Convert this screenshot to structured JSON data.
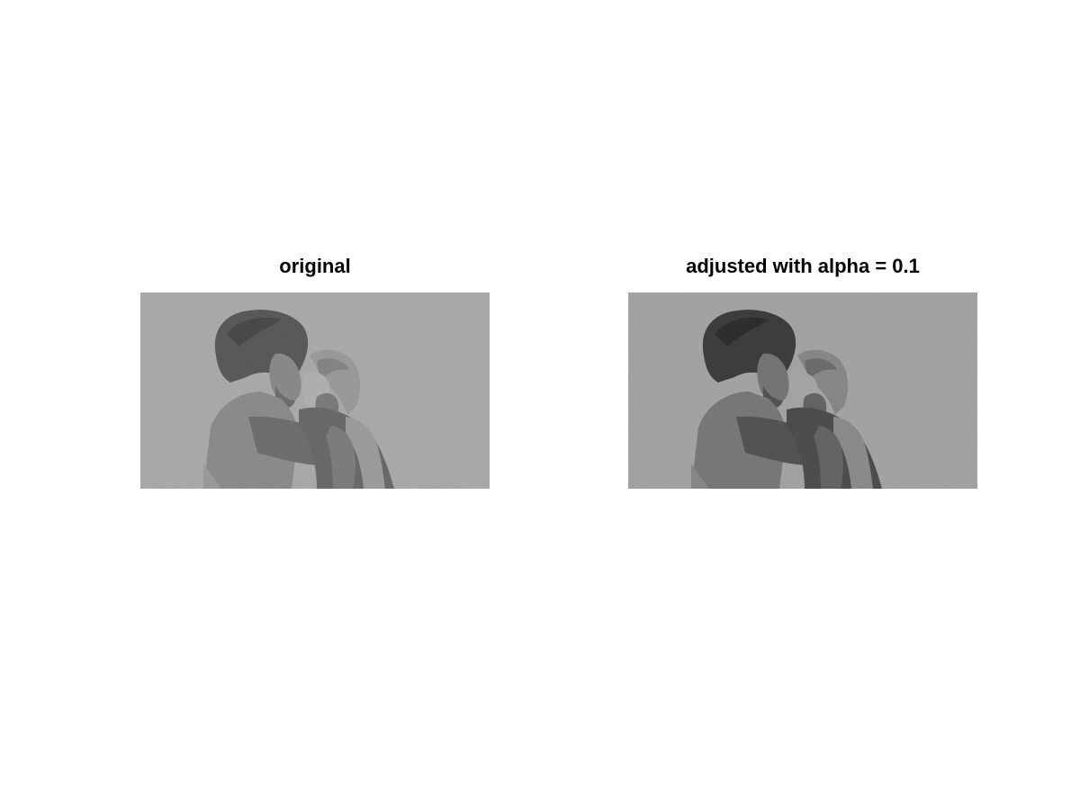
{
  "figure": {
    "panels": [
      {
        "title": "original",
        "image_description_icon": "photo-couple-kissing-grayscale",
        "background_color": "#a9a9a9"
      },
      {
        "title": "adjusted with alpha = 0.1",
        "image_description_icon": "photo-couple-kissing-grayscale-enhanced",
        "background_color": "#a4a4a4"
      }
    ]
  }
}
